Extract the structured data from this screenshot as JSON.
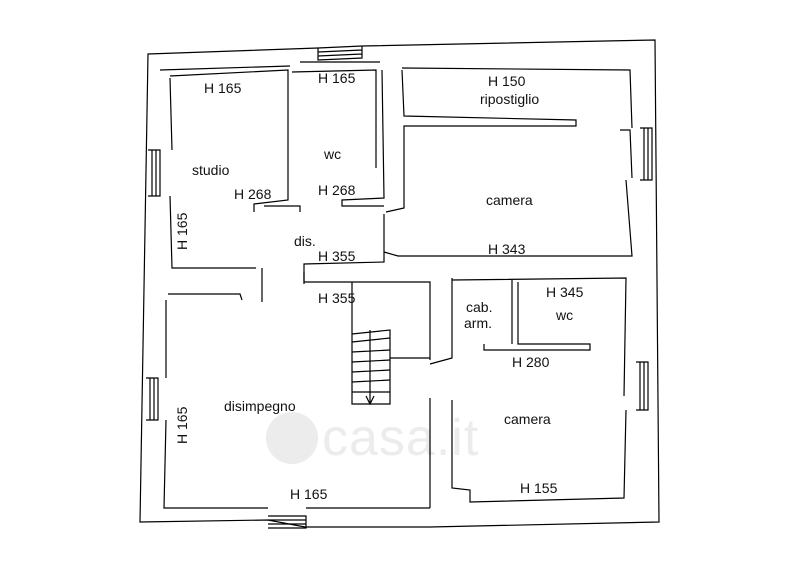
{
  "watermark": "casa.it",
  "rooms": {
    "studio": {
      "name": "studio",
      "h_top": "H 165",
      "h_bottom": "H 268",
      "h_side": "H 165"
    },
    "wc_top": {
      "name": "wc",
      "h_top": "H 165",
      "h_bottom": "H 268"
    },
    "ripostiglio": {
      "name": "ripostiglio",
      "h": "H 150"
    },
    "camera_top": {
      "name": "camera",
      "h": "H 343"
    },
    "dis": {
      "name": "dis.",
      "h_upper": "H 355",
      "h_lower": "H 355"
    },
    "cab_arm": {
      "name_line1": "cab.",
      "name_line2": "arm."
    },
    "wc_bottom": {
      "name": "wc",
      "h_top": "H 345",
      "h_bottom": "H 280"
    },
    "disimpegno": {
      "name": "disimpegno",
      "h_side": "H 165",
      "h_bottom": "H 165"
    },
    "camera_bottom": {
      "name": "camera",
      "h": "H 155"
    }
  }
}
